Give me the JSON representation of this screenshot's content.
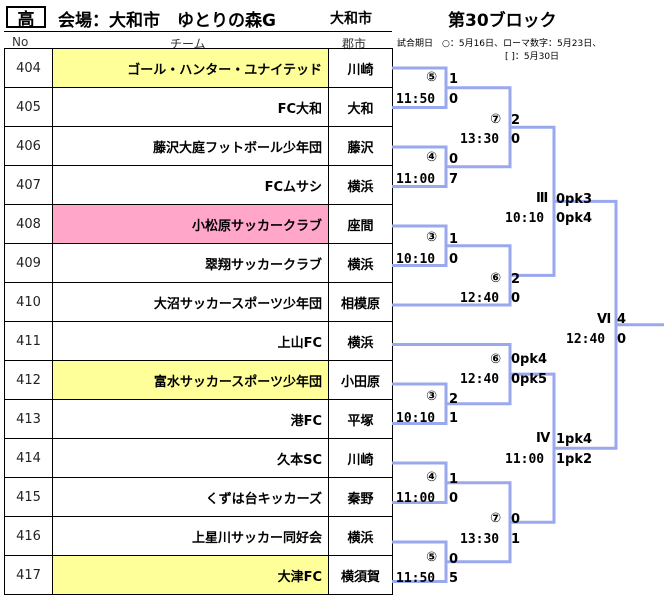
{
  "header": {
    "grade": "高",
    "venue": "会場：大和市　ゆとりの森G",
    "city": "大和市",
    "block": "第30ブロック"
  },
  "columns": {
    "no": "No",
    "team": "チーム",
    "city": "郡市"
  },
  "notes": {
    "line1": "試合期日　○：5月16日、ローマ数字：5月23日、",
    "line2": "[ ]：5月30日"
  },
  "teams": [
    {
      "no": "404",
      "name": "ゴール・ハンター・ユナイテッド",
      "city": "川崎",
      "highlight": "yellow"
    },
    {
      "no": "405",
      "name": "FC大和",
      "city": "大和",
      "highlight": ""
    },
    {
      "no": "406",
      "name": "藤沢大庭フットボール少年団",
      "city": "藤沢",
      "highlight": ""
    },
    {
      "no": "407",
      "name": "FCムサシ",
      "city": "横浜",
      "highlight": ""
    },
    {
      "no": "408",
      "name": "小松原サッカークラブ",
      "city": "座間",
      "highlight": "pink"
    },
    {
      "no": "409",
      "name": "翠翔サッカークラブ",
      "city": "横浜",
      "highlight": ""
    },
    {
      "no": "410",
      "name": "大沼サッカースポーツ少年団",
      "city": "相模原",
      "highlight": ""
    },
    {
      "no": "411",
      "name": "上山FC",
      "city": "横浜",
      "highlight": ""
    },
    {
      "no": "412",
      "name": "富水サッカースポーツ少年団",
      "city": "小田原",
      "highlight": "yellow"
    },
    {
      "no": "413",
      "name": "港FC",
      "city": "平塚",
      "highlight": ""
    },
    {
      "no": "414",
      "name": "久本SC",
      "city": "川崎",
      "highlight": ""
    },
    {
      "no": "415",
      "name": "くずは台キッカーズ",
      "city": "秦野",
      "highlight": ""
    },
    {
      "no": "416",
      "name": "上星川サッカー同好会",
      "city": "横浜",
      "highlight": ""
    },
    {
      "no": "417",
      "name": "大津FC",
      "city": "横須賀",
      "highlight": "yellow"
    }
  ],
  "matches": {
    "r1a": {
      "round": "⑤",
      "time": "11:50",
      "s1": "1",
      "s2": "0"
    },
    "r1b": {
      "round": "④",
      "time": "11:00",
      "s1": "0",
      "s2": "7"
    },
    "r1c": {
      "round": "③",
      "time": "10:10",
      "s1": "1",
      "s2": "0"
    },
    "r1d": {
      "round": "③",
      "time": "10:10",
      "s1": "2",
      "s2": "1"
    },
    "r1e": {
      "round": "④",
      "time": "11:00",
      "s1": "1",
      "s2": "0"
    },
    "r1f": {
      "round": "⑤",
      "time": "11:50",
      "s1": "0",
      "s2": "5"
    },
    "r2a": {
      "round": "⑦",
      "time": "13:30",
      "s1": "2",
      "s2": "0"
    },
    "r2b": {
      "round": "⑥",
      "time": "12:40",
      "s1": "2",
      "s2": "0"
    },
    "r2c": {
      "round": "⑥",
      "time": "12:40",
      "s1": "0pk4",
      "s2": "0pk5"
    },
    "r2d": {
      "round": "⑦",
      "time": "13:30",
      "s1": "0",
      "s2": "1"
    },
    "r3a": {
      "round": "Ⅲ",
      "time": "10:10",
      "s1": "0pk3",
      "s2": "0pk4"
    },
    "r3b": {
      "round": "Ⅳ",
      "time": "11:00",
      "s1": "1pk4",
      "s2": "1pk2"
    },
    "final": {
      "round": "Ⅵ",
      "time": "12:40",
      "s1": "4",
      "s2": "0"
    }
  },
  "colors": {
    "bracket": "#9aa8ee",
    "yellow": "#ffff99",
    "pink": "#ffa6c9"
  }
}
